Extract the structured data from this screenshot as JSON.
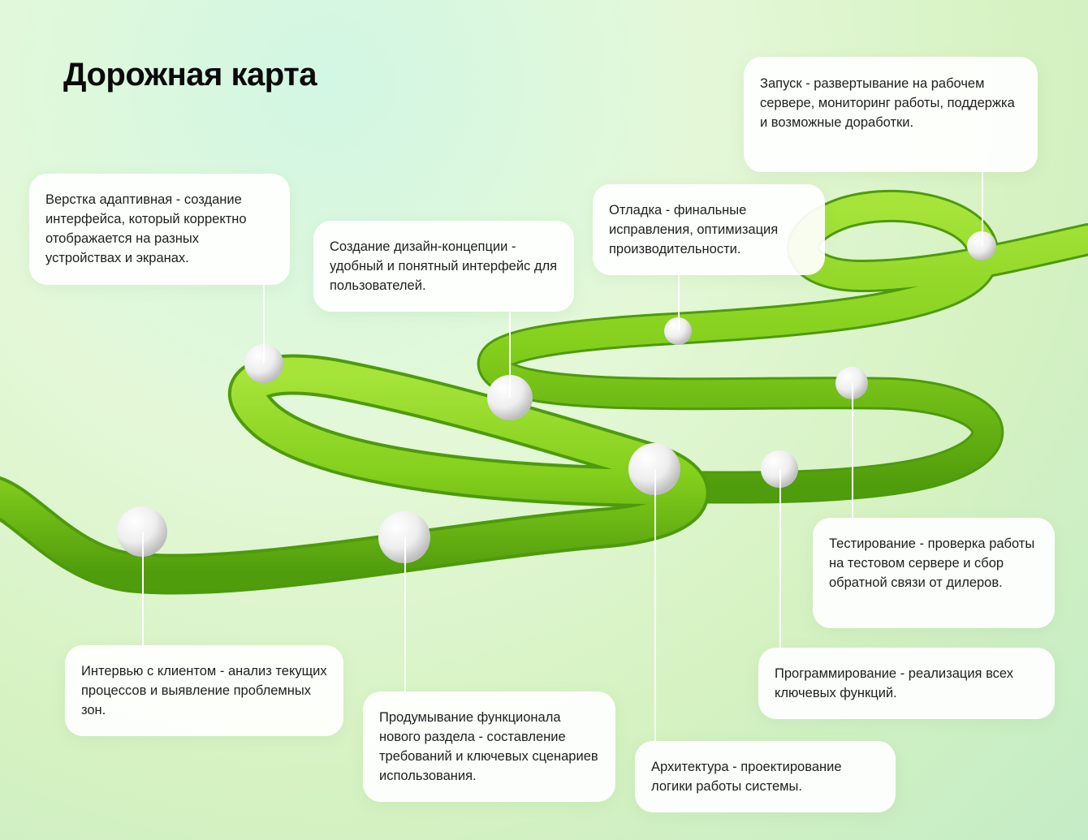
{
  "title": "Дорожная карта",
  "colors": {
    "tube": "#86d21c",
    "tube_dark": "#5aa80f",
    "bead": "#f2f2f2"
  },
  "steps": [
    {
      "text": "Интервью с клиентом -  анализ текущих процессов и выявление проблемных зон."
    },
    {
      "text": "Верстка адаптивная - создание интерфейса, который корректно отображается на разных устройствах и экранах."
    },
    {
      "text": "Продумывание функционала нового раздела - составление требований и ключевых сценариев использования."
    },
    {
      "text": "Создание дизайн-концепции - удобный и понятный интерфейс для пользователей."
    },
    {
      "text": "Архитектура - проектирование логики работы системы."
    },
    {
      "text": "Отладка - финальные исправления, оптимизация производительности."
    },
    {
      "text": "Программирование - реализация всех ключевых функций."
    },
    {
      "text": "Тестирование - проверка работы на тестовом сервере и сбор обратной связи от дилеров."
    },
    {
      "text": "Запуск - развертывание на рабочем сервере, мониторинг работы, поддержка и возможные доработки."
    }
  ]
}
